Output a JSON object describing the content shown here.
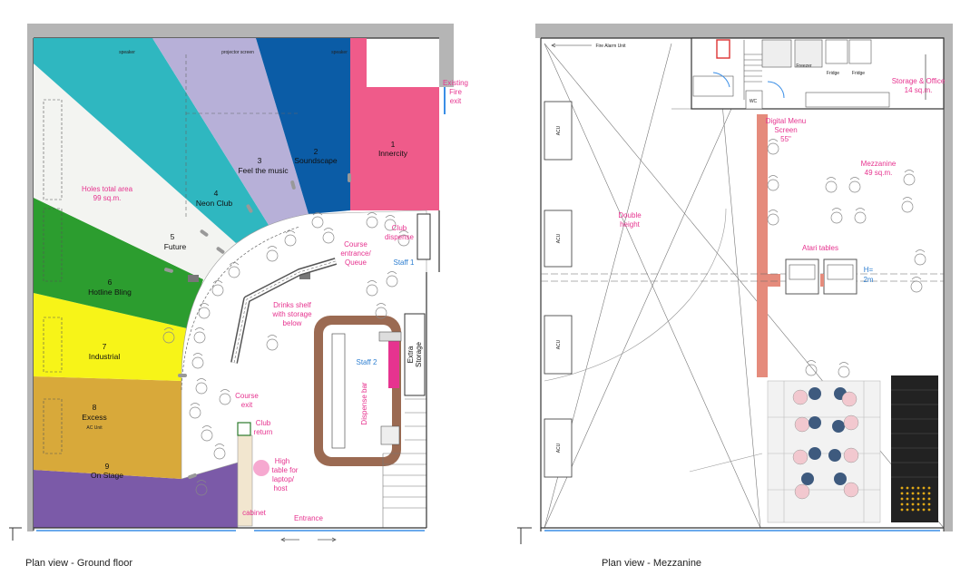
{
  "colors": {
    "innercity": "#ef5b8a",
    "soundscape": "#0b5ca6",
    "feel_the_music": "#b7b0d8",
    "neon_club": "#2fb7c0",
    "future": "#f3f4f1",
    "hotline_bling": "#2c9d2f",
    "industrial": "#f7f418",
    "excess": "#d8a93a",
    "on_stage": "#7b5aa8",
    "wall": "#b5b5b5",
    "label_pink": "#e6338f",
    "label_blue": "#2e7fd1",
    "bar": "#9b6a52",
    "brick": "#e58b7c"
  },
  "ground": {
    "holes": [
      {
        "num": "1",
        "name": "Innercity"
      },
      {
        "num": "2",
        "name": "Soundscape"
      },
      {
        "num": "3",
        "name": "Feel the music"
      },
      {
        "num": "4",
        "name": "Neon Club"
      },
      {
        "num": "5",
        "name": "Future"
      },
      {
        "num": "6",
        "name": "Hotline Bling"
      },
      {
        "num": "7",
        "name": "Industrial"
      },
      {
        "num": "8",
        "name": "Excess"
      },
      {
        "num": "9",
        "name": "On Stage"
      }
    ],
    "labels": {
      "holes_area": "Holes total area",
      "holes_area_value": "99 sq.m.",
      "existing": "Existing",
      "fire": "Fire",
      "exit": "exit",
      "course_entrance_1": "Course",
      "course_entrance_2": "entrance/",
      "course_entrance_3": "Queue",
      "club_dispense_1": "Club",
      "club_dispense_2": "dispense",
      "staff1": "Staff 1",
      "drinks_1": "Drinks shelf",
      "drinks_2": "with storage",
      "drinks_3": "below",
      "staff2": "Staff 2",
      "dispense_bar": "Dispense bar",
      "extra_storage_1": "Extra",
      "extra_storage_2": "Storage",
      "course_exit_1": "Course",
      "course_exit_2": "exit",
      "club_return_1": "Club",
      "club_return_2": "return",
      "high_table_1": "High",
      "high_table_2": "table for",
      "high_table_3": "laptop/",
      "high_table_4": "host",
      "cabinet": "cabinet",
      "entrance": "Entrance",
      "speaker": "speaker",
      "projector": "projector screen",
      "speaker2": "speaker",
      "ac_unit": "AC Unit"
    },
    "caption": "Plan view - Ground floor"
  },
  "mezzanine": {
    "labels": {
      "fire_alarm": "Fire Alarm Unit",
      "freezer": "Freezer",
      "fridge1": "Fridge",
      "fridge2": "Fridge",
      "storage_1": "Storage & Office",
      "storage_2": "14 sq.m.",
      "menu_1": "Digital Menu",
      "menu_2": "Screen",
      "menu_3": "55\"",
      "mezz_1": "Mezzanine",
      "mezz_2": "49 sq.m.",
      "double_1": "Double",
      "double_2": "height",
      "atari": "Atari tables",
      "h_1": "H=",
      "h_2": "2m",
      "acu": "ACU",
      "wc": "WC"
    },
    "caption": "Plan view - Mezzanine"
  }
}
